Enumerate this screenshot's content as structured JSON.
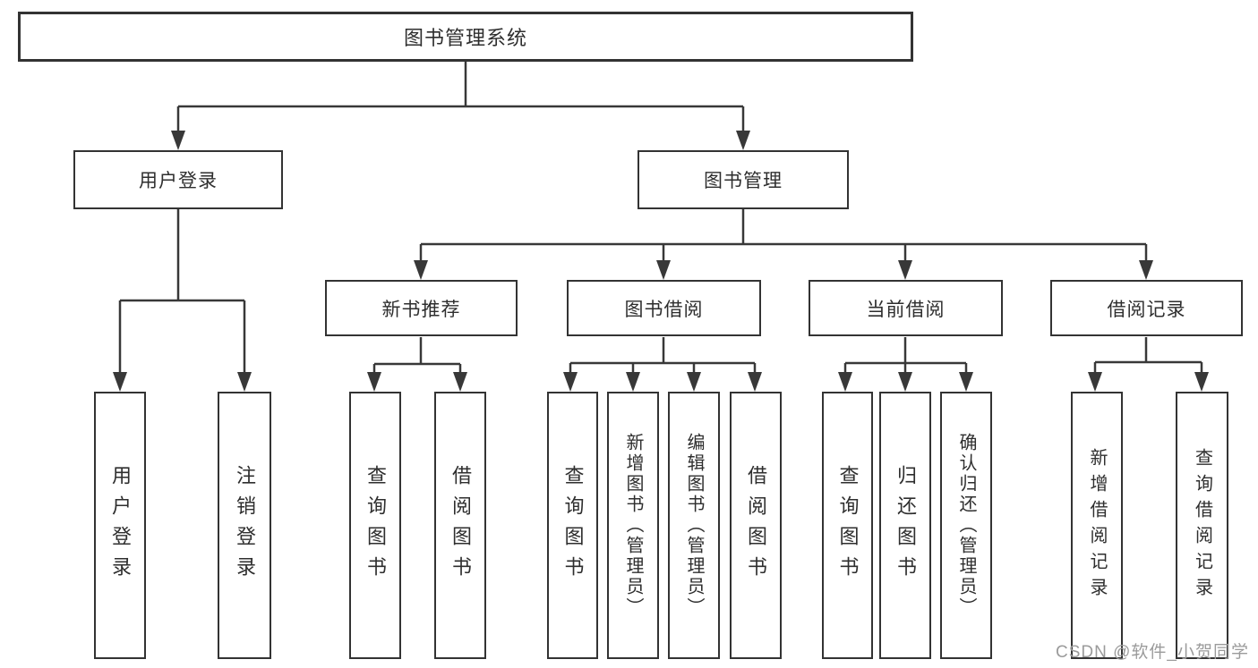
{
  "diagram": {
    "title": "图书管理系统",
    "watermark": "CSDN @软件_小贺同学",
    "colors": {
      "background": "#ffffff",
      "box_border": "#333333",
      "connector_line": "#383838",
      "text": "#2e2e2e",
      "watermark_text": "#9b9b9b"
    },
    "root": {
      "label": "图书管理系统"
    },
    "level2": [
      {
        "label": "用户登录",
        "parent": "图书管理系统"
      },
      {
        "label": "图书管理",
        "parent": "图书管理系统"
      }
    ],
    "level3": [
      {
        "label": "新书推荐",
        "parent": "图书管理"
      },
      {
        "label": "图书借阅",
        "parent": "图书管理"
      },
      {
        "label": "当前借阅",
        "parent": "图书管理"
      },
      {
        "label": "借阅记录",
        "parent": "图书管理"
      }
    ],
    "leaves": [
      {
        "label": "用户登录",
        "parent": "用户登录"
      },
      {
        "label": "注销登录",
        "parent": "用户登录"
      },
      {
        "label": "查询图书",
        "parent": "新书推荐"
      },
      {
        "label": "借阅图书",
        "parent": "新书推荐"
      },
      {
        "label": "查询图书",
        "parent": "图书借阅"
      },
      {
        "label": "新增图书（管理员）",
        "parent": "图书借阅"
      },
      {
        "label": "编辑图书（管理员）",
        "parent": "图书借阅"
      },
      {
        "label": "借阅图书",
        "parent": "图书借阅"
      },
      {
        "label": "查询图书",
        "parent": "当前借阅"
      },
      {
        "label": "归还图书",
        "parent": "当前借阅"
      },
      {
        "label": "确认归还（管理员）",
        "parent": "当前借阅"
      },
      {
        "label": "新增借阅记录",
        "parent": "借阅记录"
      },
      {
        "label": "查询借阅记录",
        "parent": "借阅记录"
      }
    ]
  }
}
